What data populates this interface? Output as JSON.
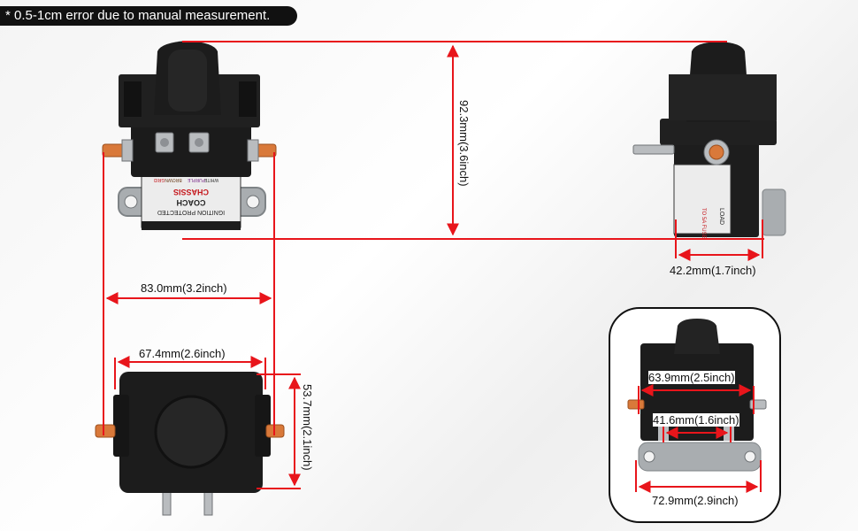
{
  "note": "* 0.5-1cm error due to manual measurement.",
  "dimensions": {
    "height": "92.3mm(3.6inch)",
    "side_depth": "42.2mm(1.7inch)",
    "overall_width": "83.0mm(3.2inch)",
    "body_width": "67.4mm(2.6inch)",
    "body_depth": "53.7mm(2.1inch)",
    "terminal_span": "63.9mm(2.5inch)",
    "stud_span": "41.6mm(1.6inch)",
    "bracket_width": "72.9mm(2.9inch)"
  },
  "label": {
    "line1": "IGNITION PROTECTED",
    "line2": "COACH",
    "line3": "CHASSIS",
    "wire1": "WHITE",
    "wire2": "PURPLE",
    "wire3": "BROWN",
    "wire4": "GRID",
    "side1": "TO 5A FUSE",
    "side2": "LOAD"
  },
  "colors": {
    "dimension_line": "#e8151b",
    "body": "#1a1a1a",
    "copper": "#d9793a"
  }
}
